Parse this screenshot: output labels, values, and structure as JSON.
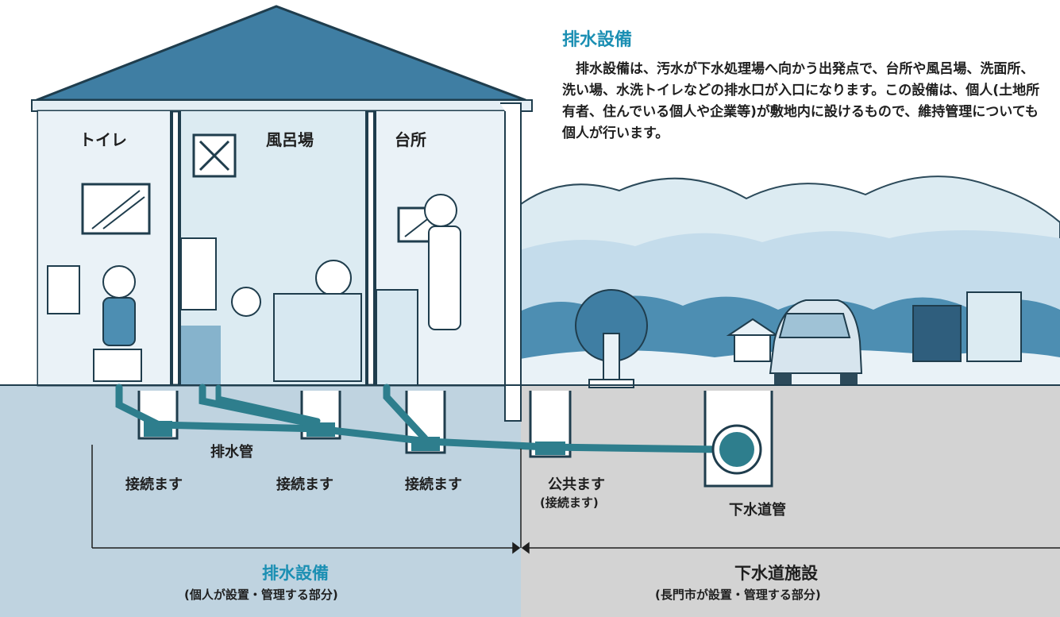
{
  "description": {
    "title": "排水設備",
    "body": "排水設備は、汚水が下水処理場へ向かう出発点で、台所や風呂場、洗面所、洗い場、水洗トイレなどの排水口が入口になります。この設備は、個人(土地所有者、住んでいる個人や企業等)が敷地内に設けるもので、維持管理についても個人が行います。"
  },
  "rooms": {
    "toilet": "トイレ",
    "bath": "風呂場",
    "kitchen": "台所"
  },
  "underground": {
    "pipe": "排水管",
    "box1": "接続ます",
    "box2": "接続ます",
    "box3": "接続ます",
    "public_box": "公共ます",
    "public_box_note": "(接続ます)",
    "sewer": "下水道管"
  },
  "sections": {
    "private_title": "排水設備",
    "private_note": "(個人が設置・管理する部分)",
    "public_title": "下水道施設",
    "public_note": "(長門市が設置・管理する部分)"
  },
  "colors": {
    "accent": "#1b8fb3",
    "private_ground": "#bfd3e0",
    "public_ground": "#d3d3d3",
    "pipe": "#2e7e8d"
  }
}
